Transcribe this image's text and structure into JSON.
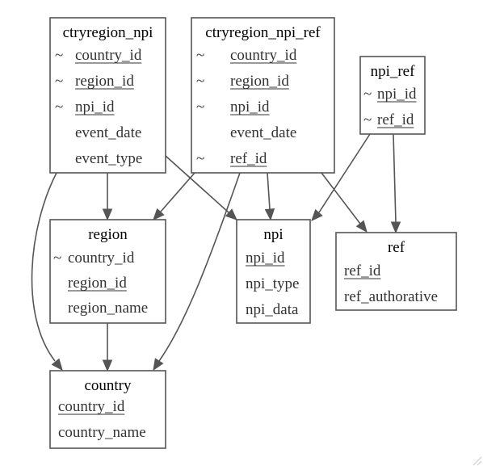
{
  "entities": [
    {
      "id": "ctryregion_npi",
      "title": "ctryregion_npi",
      "attributes": [
        {
          "marker": "~",
          "name": "country_id",
          "key": true
        },
        {
          "marker": "~",
          "name": "region_id",
          "key": true
        },
        {
          "marker": "~",
          "name": "npi_id",
          "key": true
        },
        {
          "marker": "",
          "name": "event_date",
          "key": false
        },
        {
          "marker": "",
          "name": "event_type",
          "key": false
        }
      ]
    },
    {
      "id": "ctryregion_npi_ref",
      "title": "ctryregion_npi_ref",
      "attributes": [
        {
          "marker": "~",
          "name": "country_id",
          "key": true
        },
        {
          "marker": "~",
          "name": "region_id",
          "key": true
        },
        {
          "marker": "~",
          "name": "npi_id",
          "key": true
        },
        {
          "marker": "",
          "name": "event_date",
          "key": false
        },
        {
          "marker": "~",
          "name": "ref_id",
          "key": true
        }
      ]
    },
    {
      "id": "npi_ref",
      "title": "npi_ref",
      "attributes": [
        {
          "marker": "~",
          "name": "npi_id",
          "key": true
        },
        {
          "marker": "~",
          "name": "ref_id",
          "key": true
        }
      ]
    },
    {
      "id": "region",
      "title": "region",
      "attributes": [
        {
          "marker": "~",
          "name": "country_id",
          "key": false
        },
        {
          "marker": "",
          "name": "region_id",
          "key": true
        },
        {
          "marker": "",
          "name": "region_name",
          "key": false
        }
      ]
    },
    {
      "id": "npi",
      "title": "npi",
      "attributes": [
        {
          "marker": "",
          "name": "npi_id",
          "key": true
        },
        {
          "marker": "",
          "name": "npi_type",
          "key": false
        },
        {
          "marker": "",
          "name": "npi_data",
          "key": false
        }
      ]
    },
    {
      "id": "ref",
      "title": "ref",
      "attributes": [
        {
          "marker": "",
          "name": "ref_id",
          "key": true
        },
        {
          "marker": "",
          "name": "ref_authorative",
          "key": false
        }
      ]
    },
    {
      "id": "country",
      "title": "country",
      "attributes": [
        {
          "marker": "",
          "name": "country_id",
          "key": true
        },
        {
          "marker": "",
          "name": "country_name",
          "key": false
        }
      ]
    }
  ],
  "relationships": [
    {
      "from": "ctryregion_npi",
      "to": "region"
    },
    {
      "from": "ctryregion_npi",
      "to": "npi"
    },
    {
      "from": "ctryregion_npi",
      "to": "country"
    },
    {
      "from": "ctryregion_npi_ref",
      "to": "region"
    },
    {
      "from": "ctryregion_npi_ref",
      "to": "npi"
    },
    {
      "from": "ctryregion_npi_ref",
      "to": "ref"
    },
    {
      "from": "ctryregion_npi_ref",
      "to": "country"
    },
    {
      "from": "npi_ref",
      "to": "npi"
    },
    {
      "from": "npi_ref",
      "to": "ref"
    },
    {
      "from": "region",
      "to": "country"
    }
  ],
  "colors": {
    "header_fill": "#f0ecdf",
    "border": "#555555",
    "text": "#333333",
    "background": "#ffffff"
  }
}
